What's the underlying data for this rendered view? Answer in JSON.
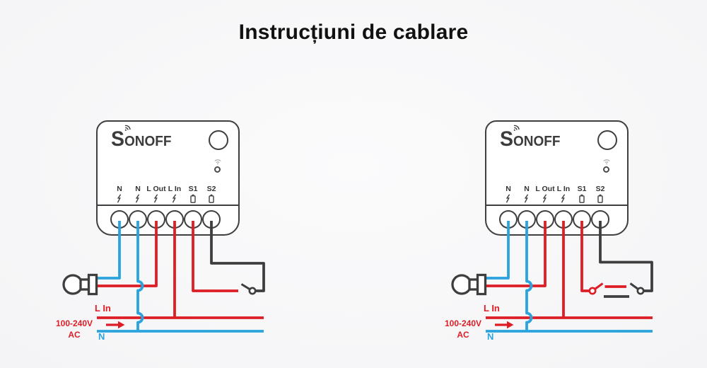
{
  "title": "Instrucțiuni de cablare",
  "device": {
    "brand": "SONOFF",
    "terminals": [
      "N",
      "N",
      "L Out",
      "L In",
      "S1",
      "S2"
    ]
  },
  "power_labels": {
    "line": "L In",
    "voltage": "100-240V",
    "current_type": "AC",
    "neutral": "N"
  },
  "icons": {
    "mains_terminal": "lightning-bolt",
    "switch_terminal": "battery",
    "indicator": "wifi-waves",
    "logo_mark": "wifi-waves"
  },
  "colors": {
    "live_wire": "#DE1E26",
    "neutral_wire": "#2BA4DE",
    "signal_wire": "#3E3E3E",
    "device_outline": "#3F3F3F",
    "label_text": "#333333",
    "wifi_icon": "#ABABAB",
    "title_text": "#111111"
  }
}
